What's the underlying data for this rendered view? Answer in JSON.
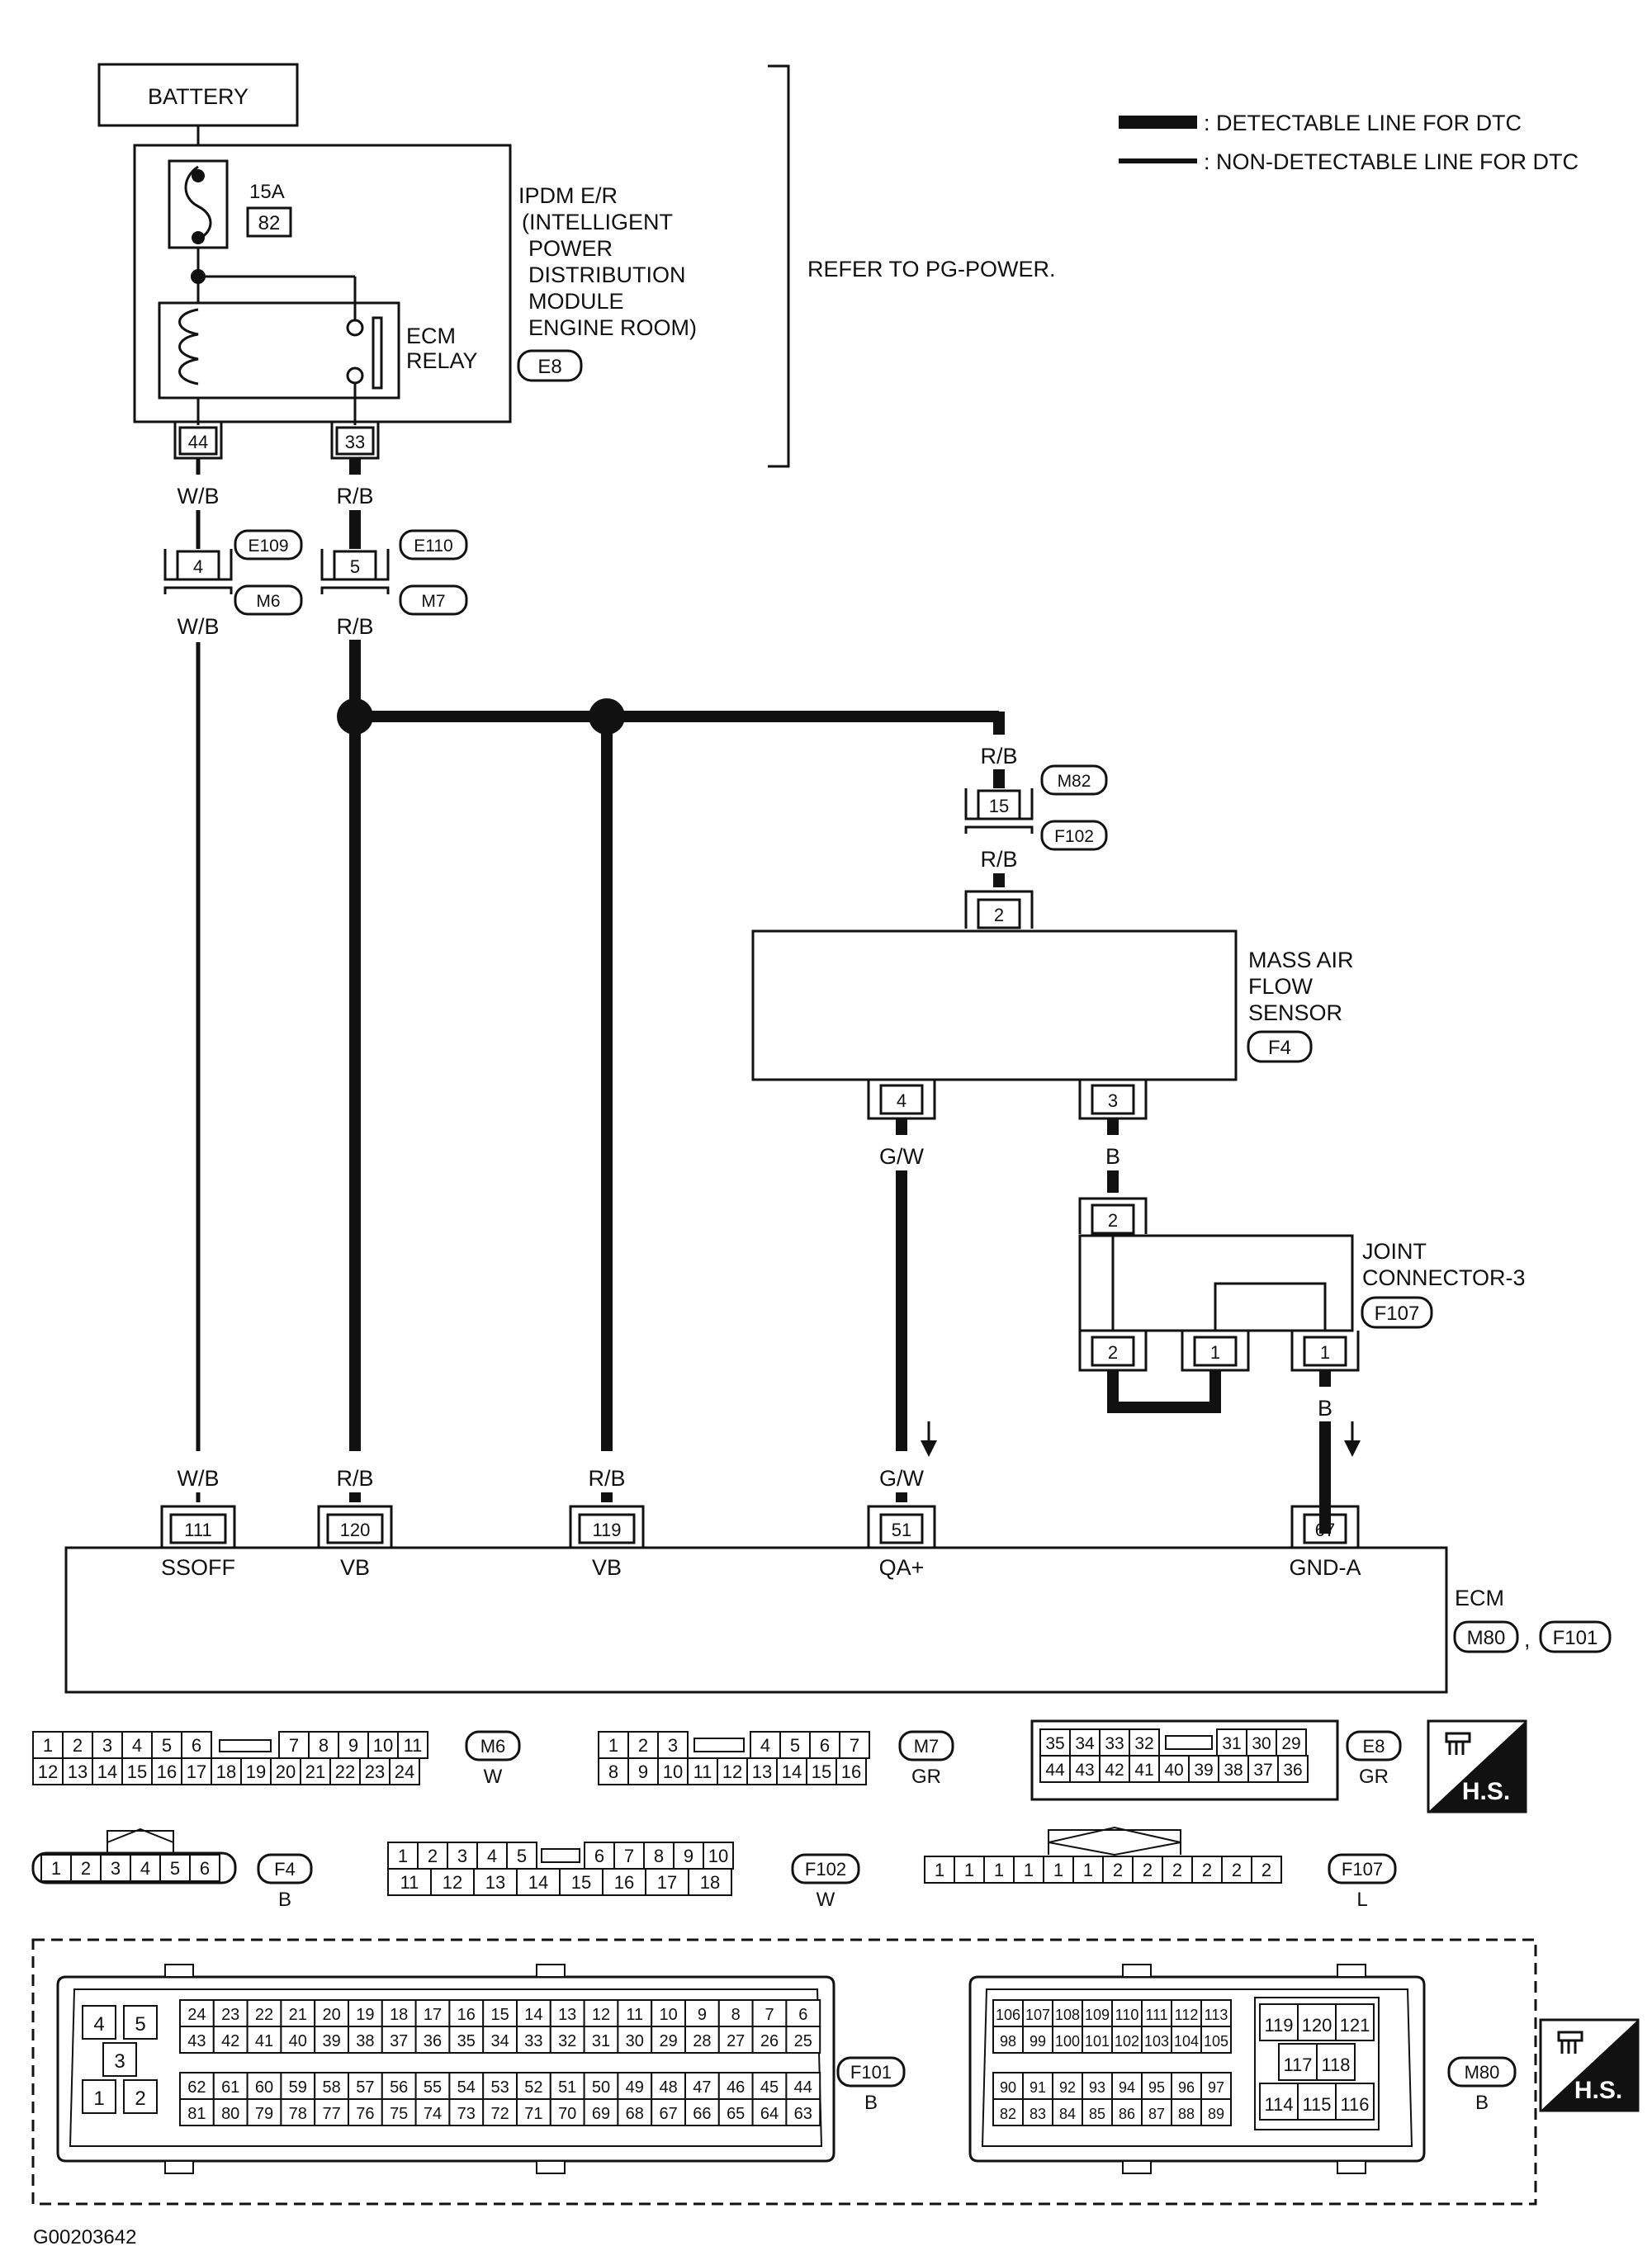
{
  "battery": "BATTERY",
  "legend": {
    "detectable": ": DETECTABLE LINE FOR DTC",
    "non_detectable": ": NON-DETECTABLE LINE FOR DTC"
  },
  "ipdm": {
    "fuse_rating": "15A",
    "fuse_number": "82",
    "relay_label_1": "ECM",
    "relay_label_2": "RELAY",
    "title_lines": [
      "IPDM E/R",
      "(INTELLIGENT",
      "POWER",
      "DISTRIBUTION",
      "MODULE",
      "ENGINE ROOM)"
    ],
    "connector": "E8"
  },
  "refer": "REFER TO PG-POWER.",
  "pins": {
    "p44": "44",
    "p33": "33",
    "p4": "4",
    "p5": "5",
    "p15": "15",
    "p2": "2",
    "maf4": "4",
    "maf3": "3",
    "j2top": "2",
    "j2": "2",
    "j1a": "1",
    "j1b": "1",
    "e111": "111",
    "e120": "120",
    "e119": "119",
    "e51": "51",
    "e67": "67"
  },
  "connectors": {
    "E109": "E109",
    "E110": "E110",
    "M6": "M6",
    "M7": "M7",
    "M82": "M82",
    "F102": "F102",
    "F4": "F4",
    "F107": "F107",
    "M80": "M80",
    "F101": "F101"
  },
  "wire_colors": {
    "wb": "W/B",
    "rb": "R/B",
    "gw": "G/W",
    "b": "B"
  },
  "maf": {
    "line1": "MASS AIR",
    "line2": "FLOW",
    "line3": "SENSOR"
  },
  "joint": {
    "line1": "JOINT",
    "line2": "CONNECTOR-3"
  },
  "ecm": {
    "label": "ECM",
    "pin_names": [
      "SSOFF",
      "VB",
      "VB",
      "QA+",
      "GND-A"
    ],
    "sep": ","
  },
  "face_views": {
    "M6": {
      "row1": [
        "1",
        "2",
        "3",
        "4",
        "5",
        "6",
        "7",
        "8",
        "9",
        "10",
        "11"
      ],
      "row2": [
        "12",
        "13",
        "14",
        "15",
        "16",
        "17",
        "18",
        "19",
        "20",
        "21",
        "22",
        "23",
        "24"
      ],
      "label": "M6",
      "color": "W"
    },
    "M7": {
      "row1": [
        "1",
        "2",
        "3",
        "4",
        "5",
        "6",
        "7"
      ],
      "row2": [
        "8",
        "9",
        "10",
        "11",
        "12",
        "13",
        "14",
        "15",
        "16"
      ],
      "label": "M7",
      "color": "GR"
    },
    "E8": {
      "row1": [
        "35",
        "34",
        "33",
        "32",
        "31",
        "30",
        "29"
      ],
      "row2": [
        "44",
        "43",
        "42",
        "41",
        "40",
        "39",
        "38",
        "37",
        "36"
      ],
      "label": "E8",
      "color": "GR"
    },
    "F4": {
      "row1": [
        "1",
        "2",
        "3",
        "4",
        "5",
        "6"
      ],
      "label": "F4",
      "color": "B"
    },
    "F102": {
      "row1": [
        "1",
        "2",
        "3",
        "4",
        "5",
        "6",
        "7",
        "8",
        "9",
        "10"
      ],
      "row2": [
        "11",
        "12",
        "13",
        "14",
        "15",
        "16",
        "17",
        "18"
      ],
      "label": "F102",
      "color": "W"
    },
    "F107": {
      "row1": [
        "1",
        "1",
        "1",
        "1",
        "1",
        "1",
        "2",
        "2",
        "2",
        "2",
        "2",
        "2"
      ],
      "label": "F107",
      "color": "L"
    },
    "F101": {
      "left": [
        "4",
        "5",
        "3",
        "1",
        "2"
      ],
      "r1": [
        "24",
        "23",
        "22",
        "21",
        "20",
        "19",
        "18",
        "17",
        "16",
        "15",
        "14",
        "13",
        "12",
        "11",
        "10",
        "9",
        "8",
        "7",
        "6"
      ],
      "r2": [
        "43",
        "42",
        "41",
        "40",
        "39",
        "38",
        "37",
        "36",
        "35",
        "34",
        "33",
        "32",
        "31",
        "30",
        "29",
        "28",
        "27",
        "26",
        "25"
      ],
      "r3": [
        "62",
        "61",
        "60",
        "59",
        "58",
        "57",
        "56",
        "55",
        "54",
        "53",
        "52",
        "51",
        "50",
        "49",
        "48",
        "47",
        "46",
        "45",
        "44"
      ],
      "r4": [
        "81",
        "80",
        "79",
        "78",
        "77",
        "76",
        "75",
        "74",
        "73",
        "72",
        "71",
        "70",
        "69",
        "68",
        "67",
        "66",
        "65",
        "64",
        "63"
      ],
      "label": "F101",
      "color": "B"
    },
    "M80": {
      "r1": [
        "106",
        "107",
        "108",
        "109",
        "110",
        "111",
        "112",
        "113"
      ],
      "r2": [
        "98",
        "99",
        "100",
        "101",
        "102",
        "103",
        "104",
        "105"
      ],
      "r3": [
        "90",
        "91",
        "92",
        "93",
        "94",
        "95",
        "96",
        "97"
      ],
      "r4": [
        "82",
        "83",
        "84",
        "85",
        "86",
        "87",
        "88",
        "89"
      ],
      "right": [
        "119",
        "120",
        "121",
        "117",
        "118",
        "114",
        "115",
        "116"
      ],
      "label": "M80",
      "color": "B"
    }
  },
  "hs": "H.S.",
  "figure_id": "G00203642"
}
